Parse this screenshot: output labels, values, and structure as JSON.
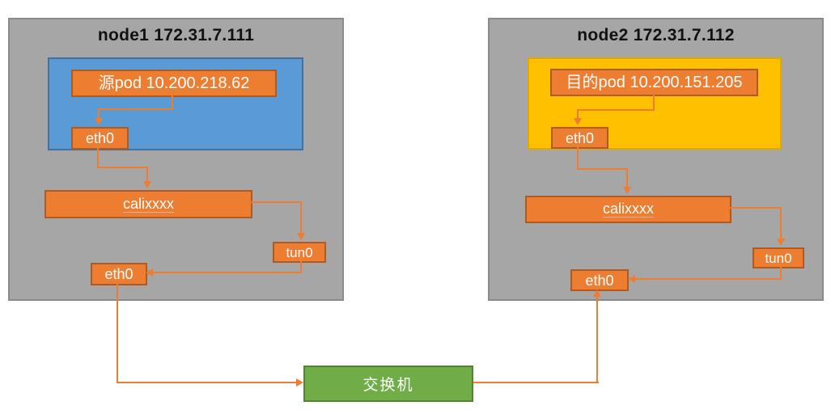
{
  "nodes": [
    {
      "title": "node1 172.31.7.111",
      "pod_label": "源pod 10.200.218.62",
      "pod_eth_label": "eth0",
      "cali_label": "calixxxx",
      "tun_label": "tun0",
      "host_eth_label": "eth0"
    },
    {
      "title": "node2 172.31.7.112",
      "pod_label": "目的pod 10.200.151.205",
      "pod_eth_label": "eth0",
      "cali_label": "calixxxx",
      "tun_label": "tun0",
      "host_eth_label": "eth0"
    }
  ],
  "switch_label": "交换机",
  "colors": {
    "node_fill": "#A6A6A6",
    "node_border": "#8A8A8A",
    "source_pod_container": "#5B9BD5",
    "dest_pod_container": "#FFC000",
    "interface_box": "#ED7D31",
    "interface_border": "#AE5A21",
    "switch_fill": "#70AD47",
    "arrow": "#ED7D31",
    "box_text": "#FFFFFF",
    "title_text": "#111111"
  }
}
